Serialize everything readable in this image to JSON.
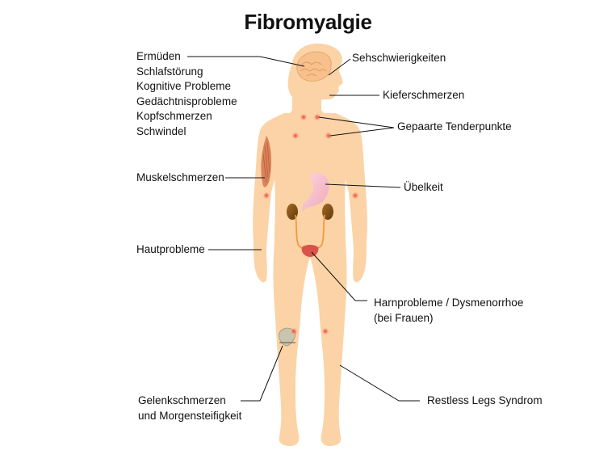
{
  "title": "Fibromyalgie",
  "labels_left": {
    "head_group": [
      "Ermüden",
      "Schlafstörung",
      "Kognitive Probleme",
      "Gedächtnisprobleme",
      "Kopfschmerzen",
      "Schwindel"
    ],
    "muscle": "Muskelschmerzen",
    "skin": "Hautprobleme",
    "joint": [
      "Gelenkschmerzen",
      "und Morgensteifigkeit"
    ]
  },
  "labels_right": {
    "vision": "Sehschwierigkeiten",
    "jaw": "Kieferschmerzen",
    "tender": "Gepaarte Tenderpunkte",
    "nausea": "Übelkeit",
    "urinary": [
      "Harnprobleme / Dysmenorrhoe",
      "(bei Frauen)"
    ],
    "restless": "Restless Legs Syndrom"
  },
  "colors": {
    "skin": "#fcd3a6",
    "tender_point": "#f0433a",
    "line": "#111111"
  }
}
